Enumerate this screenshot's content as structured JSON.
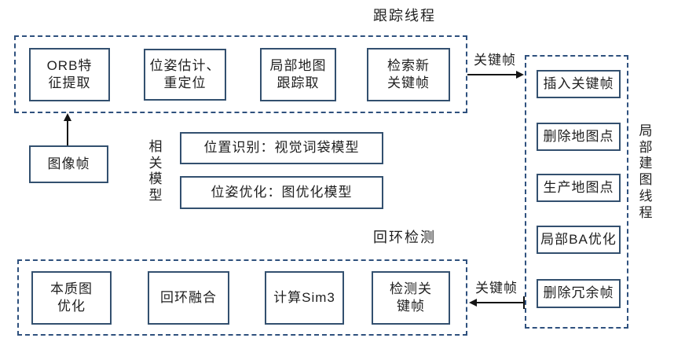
{
  "colors": {
    "box_border": "#33506f",
    "dashed_border": "#2f517e",
    "text": "#1f1f1f",
    "arrow": "#141414"
  },
  "tracking": {
    "title": "跟踪线程",
    "boxes": [
      {
        "label": "ORB特\n征提取"
      },
      {
        "label": "位姿估计、\n重定位"
      },
      {
        "label": "局部地图\n跟踪取"
      },
      {
        "label": "检索新\n关键帧"
      }
    ]
  },
  "image_frame": {
    "label": "图像帧"
  },
  "related_models": {
    "label": "相关模型",
    "boxes": [
      {
        "label": "位置识别：视觉词袋模型"
      },
      {
        "label": "位姿优化：图优化模型"
      }
    ]
  },
  "loop": {
    "title": "回环检测",
    "boxes": [
      {
        "label": "本质图\n优化"
      },
      {
        "label": "回环融合"
      },
      {
        "label": "计算Sim3"
      },
      {
        "label": "检测关\n键帧"
      }
    ]
  },
  "local_mapping": {
    "label": "局部建图线程",
    "boxes": [
      {
        "label": "插入关键帧"
      },
      {
        "label": "删除地图点"
      },
      {
        "label": "生产地图点"
      },
      {
        "label": "局部BA优化"
      },
      {
        "label": "删除冗余帧"
      }
    ]
  },
  "arrows": {
    "top_keyframe_label": "关键帧",
    "bottom_keyframe_label": "关键帧"
  }
}
